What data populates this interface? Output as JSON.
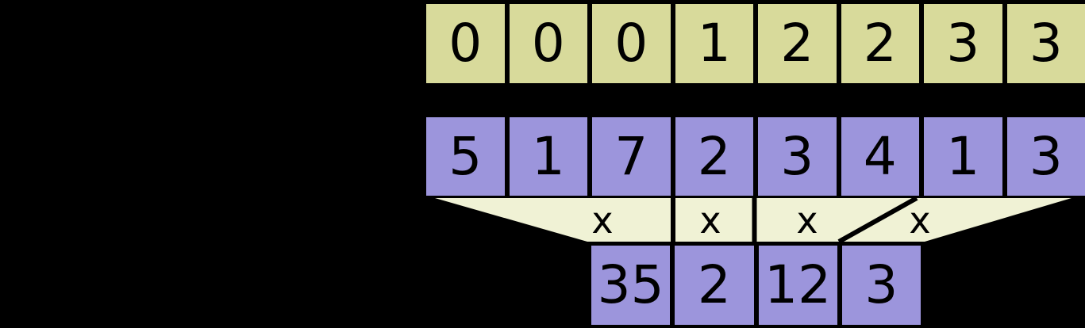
{
  "segment_ids": [
    "0",
    "0",
    "0",
    "1",
    "2",
    "2",
    "3",
    "3"
  ],
  "values": [
    "5",
    "1",
    "7",
    "2",
    "3",
    "4",
    "1",
    "3"
  ],
  "operators": [
    "x",
    "x",
    "x",
    "x"
  ],
  "results": [
    "35",
    "2",
    "12",
    "3"
  ],
  "colors": {
    "background": "#000000",
    "segment_id_cell": "#d8da9b",
    "value_cell": "#9c95dc",
    "funnel": "#f0f2d5",
    "border": "#000000",
    "text": "#000000"
  }
}
